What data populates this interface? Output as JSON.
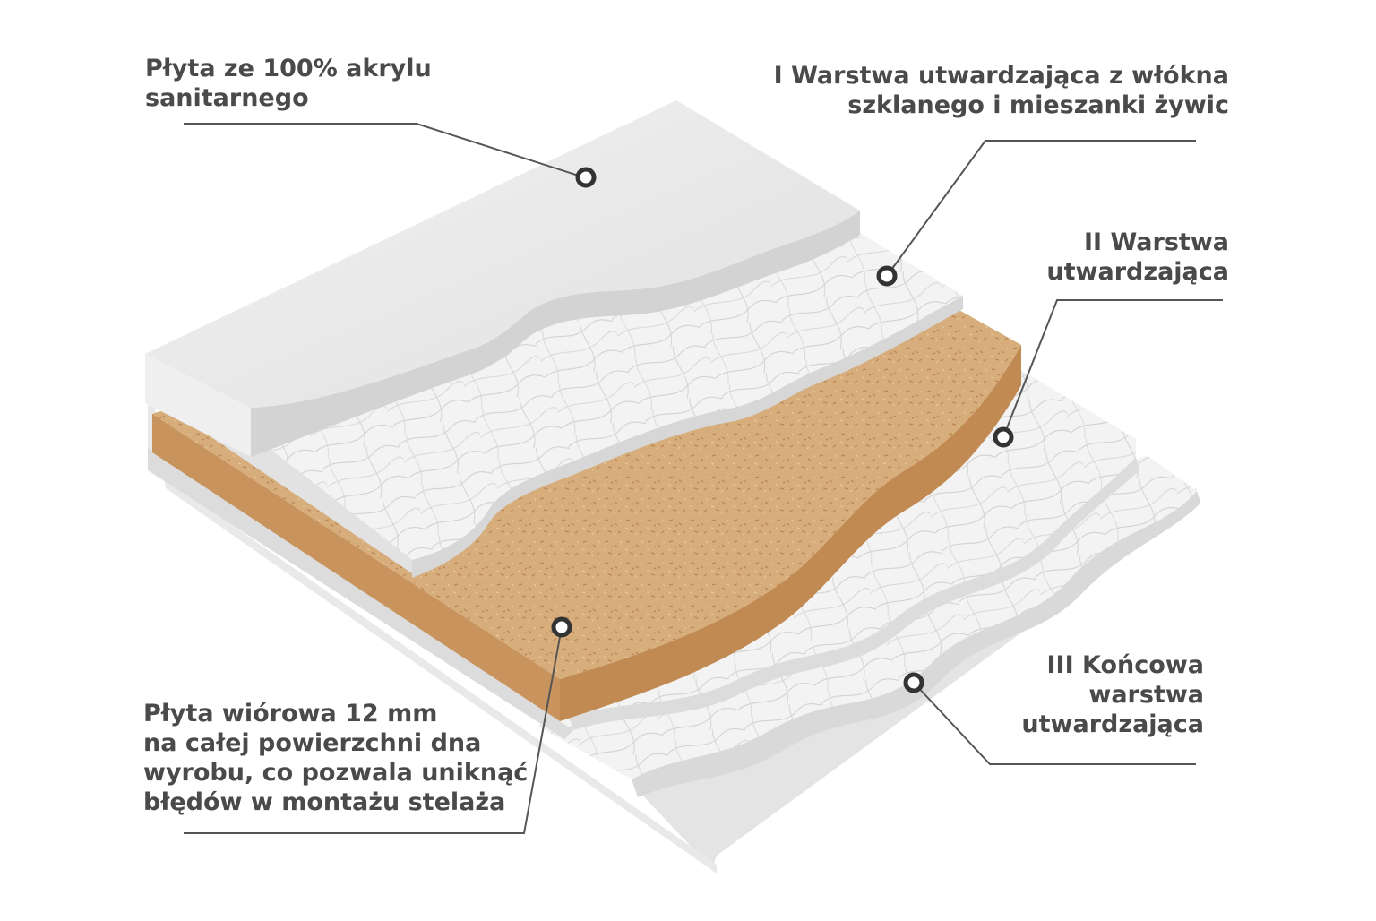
{
  "labels": {
    "acrylic": [
      "Płyta ze 100% akrylu",
      "sanitarnego"
    ],
    "layer1": [
      "I Warstwa utwardzająca z włókna",
      "szklanego i mieszanki żywic"
    ],
    "layer2": [
      "II Warstwa",
      "utwardzająca"
    ],
    "layer3": [
      "III Końcowa",
      "warstwa",
      "utwardzająca"
    ],
    "chipboard": [
      "Płyta wiórowa 12 mm",
      "na całej powierzchni dna",
      "wyrobu, co pozwala uniknąć",
      "błędów w montażu stelaża"
    ]
  },
  "colors": {
    "acrylic_top": "#e8e8e8",
    "acrylic_side": "#f2f2f2",
    "fiber": "#f1f1f1",
    "fiber_line": "#c9c9c9",
    "chipboard_top": "#d6ad7b",
    "chipboard_side": "#c9955f",
    "text": "#4a4a4a",
    "leader": "#555555"
  }
}
